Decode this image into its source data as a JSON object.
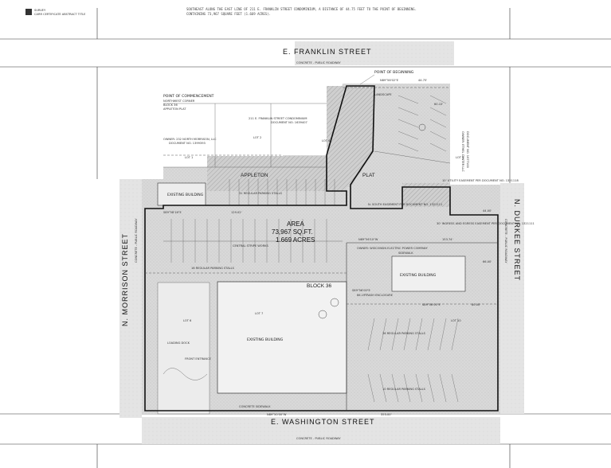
{
  "header": {
    "logo_text": "SURVEY",
    "logo_small": "CARR CERTIFICATE ABSTRACT TITLE",
    "note_line1": "SOUTHEAST ALONG THE EAST LINE OF 211 E. FRANKLIN STREET CONDOMINIUM, A DISTANCE OF 44.75 FEET TO THE POINT OF BEGINNING.",
    "note_line2": "CONTAINING 73,967 SQUARE FEET (1.669 ACRES)."
  },
  "streets": {
    "north": "E.   FRANKLIN   STREET",
    "south": "E.   WASHINGTON   STREET",
    "west": "N.  MORRISON  STREET",
    "east": "N.  DURKEE  STREET",
    "roadway_north": "CONCRETE - PUBLIC ROADWAY",
    "roadway_south": "CONCRETE - PUBLIC ROADWAY",
    "roadway_west": "CONCRETE - PUBLIC ROADWAY",
    "roadway_east": "CONCRETE - PUBLIC ROADWAY"
  },
  "area": {
    "label": "AREA",
    "sqft": "73,967 SQ.FT.",
    "acres": "1.669 ACRES"
  },
  "labels": {
    "point_of_beginning": "POINT OF BEGINNING",
    "point_of_commencement": "POINT OF COMMENCEMENT",
    "poc_sub1": "NORTHWEST CORNER",
    "poc_sub2": "BLOCK 36",
    "poc_sub3": "APPLETON PLAT",
    "condo1": "211 E. FRANKLIN STREET CONDOMINIUM",
    "condo2": "DOCUMENT NO. 1639407",
    "lot1": "LOT 1",
    "lot2": "LOT 2",
    "lot4": "LOT 4",
    "lot5": "LOT 5",
    "lot6": "LOT 6",
    "lot7": "LOT 7",
    "lot10": "LOT 10",
    "appleton": "APPLETON",
    "plat": "PLAT",
    "block36": "BLOCK 36",
    "existing_building_nw": "EXISTING BUILDING",
    "existing_building_e": "EXISTING BUILDING",
    "existing_building_main": "EXISTING BUILDING",
    "owner_nw": "OWNER: 232 NORTH MORRISON, LLC",
    "owner_nw_doc": "DOCUMENT NO. 1399393",
    "owner_ne": "OWNER: ETHEL CENTER LLC",
    "owner_ne_doc": "DOCUMENT NO. 1677100",
    "owner_e": "OWNER: WISCONSIN ELECTRIC POWER COMPANY",
    "sidewalk": "SIDEWALK",
    "landscape": "LANDSCAPE",
    "concrete_sidewalk": "CONCRETE SIDEWALK",
    "stalls_north": "31 REGULAR PARKING STALLS",
    "stalls_center": "CENTRAL STRIPE WORKS",
    "stalls_south": "16 REGULAR PARKING STALLS",
    "stalls_east": "26 REGULAR PARKING STALLS",
    "stalls_se": "10 REGULAR PARKING STALLS",
    "trash_enclosure": "TRASH ENCLOSURE",
    "front_entrance": "FRONT ENTRANCE",
    "loading_dock": "LOADING DOCK",
    "util_easement": "10' UTILITY EASEMENT PER DOCUMENT NO. 1321118",
    "ingress_easement": "30' INGRESS AND EGRESS EASEMENT PER DOCUMENT NO. 1321111",
    "south_easement": "N. SOUTH EASEMENT PER DOCUMENT NO. 1321111",
    "bearing_s89_top": "S89°58'16\"E",
    "dist_129": "129.02'",
    "bearing_n89_south": "N89°50'00\"W",
    "dist_353_south": "353.00'",
    "bearing_n89_east": "N89°56'10\"W",
    "dist_153": "153.74'",
    "bearing_s89_mid": "S89°56'00\"E",
    "dist_66": "66.19'",
    "bearing_s89_se": "S89°56'00\"E",
    "dist_80": "80.00'",
    "dist_44_top": "44.75'",
    "bearing_top": "N89°56'02\"E",
    "dist_60": "60.10'",
    "dist_44_east": "44.00'",
    "dist_66_east": "66.00'"
  }
}
